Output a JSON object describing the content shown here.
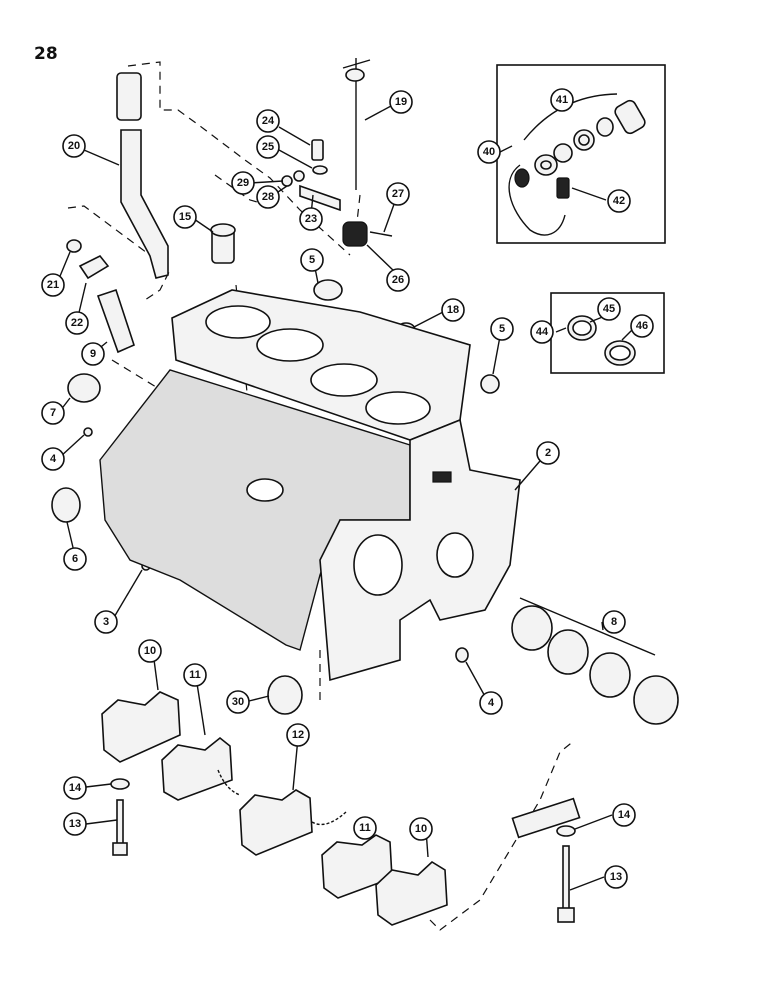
{
  "page_number": "28",
  "callouts": [
    {
      "label": "20"
    },
    {
      "label": "19"
    },
    {
      "label": "24"
    },
    {
      "label": "25"
    },
    {
      "label": "29"
    },
    {
      "label": "28"
    },
    {
      "label": "23"
    },
    {
      "label": "27"
    },
    {
      "label": "15"
    },
    {
      "label": "26"
    },
    {
      "label": "21"
    },
    {
      "label": "22"
    },
    {
      "label": "5"
    },
    {
      "label": "18"
    },
    {
      "label": "5"
    },
    {
      "label": "9"
    },
    {
      "label": "7"
    },
    {
      "label": "4"
    },
    {
      "label": "6"
    },
    {
      "label": "2"
    },
    {
      "label": "3"
    },
    {
      "label": "8"
    },
    {
      "label": "4"
    },
    {
      "label": "30"
    },
    {
      "label": "10"
    },
    {
      "label": "11"
    },
    {
      "label": "12"
    },
    {
      "label": "11"
    },
    {
      "label": "10"
    },
    {
      "label": "14"
    },
    {
      "label": "13"
    },
    {
      "label": "14"
    },
    {
      "label": "13"
    },
    {
      "label": "40"
    },
    {
      "label": "41"
    },
    {
      "label": "42"
    },
    {
      "label": "44"
    },
    {
      "label": "45"
    },
    {
      "label": "46"
    }
  ]
}
